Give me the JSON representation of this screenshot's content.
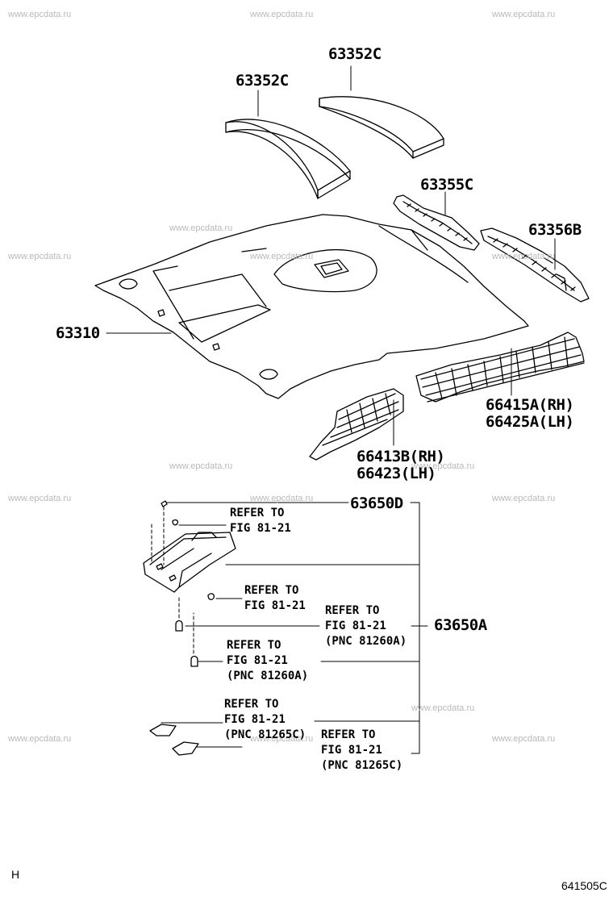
{
  "watermark": "www.epcdata.ru",
  "parts": {
    "p63352c_left": "63352C",
    "p63352c_right": "63352C",
    "p63355c": "63355C",
    "p63356b": "63356B",
    "p63310": "63310",
    "p66415a": "66415A(RH)",
    "p66425a": "66425A(LH)",
    "p66413b": "66413B(RH)",
    "p66423": "66423(LH)",
    "p63650d": "63650D",
    "p63650a": "63650A"
  },
  "refs": {
    "r1": {
      "l1": "REFER TO",
      "l2": "FIG 81-21"
    },
    "r2": {
      "l1": "REFER TO",
      "l2": "FIG 81-21"
    },
    "r3": {
      "l1": "REFER TO",
      "l2": "FIG  81-21",
      "l3": "(PNC 81260A)"
    },
    "r4": {
      "l1": "REFER TO",
      "l2": "FIG  81-21",
      "l3": "(PNC 81260A)"
    },
    "r5": {
      "l1": "REFER TO",
      "l2": "FIG  81-21",
      "l3": "(PNC 81265C)"
    },
    "r6": {
      "l1": "REFER TO",
      "l2": "FIG 81-21",
      "l3": "(PNC 81265C)"
    }
  },
  "footer": {
    "corner_left": "H",
    "figure_code": "641505C"
  }
}
